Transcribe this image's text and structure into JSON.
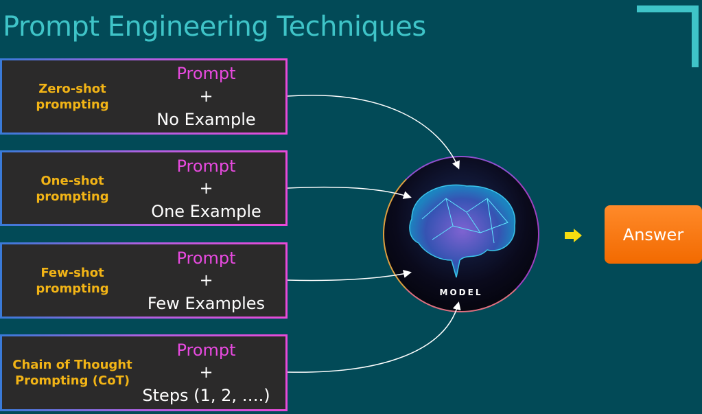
{
  "title": "Prompt Engineering Techniques",
  "techniques": [
    {
      "label_line1": "Zero-shot",
      "label_line2": "prompting",
      "prompt": "Prompt",
      "plus": "+",
      "examples": "No Example"
    },
    {
      "label_line1": "One-shot",
      "label_line2": "prompting",
      "prompt": "Prompt",
      "plus": "+",
      "examples": "One Example"
    },
    {
      "label_line1": "Few-shot",
      "label_line2": "prompting",
      "prompt": "Prompt",
      "plus": "+",
      "examples": "Few Examples"
    },
    {
      "label_line1": "Chain of Thought",
      "label_line2": "Prompting (CoT)",
      "prompt": "Prompt",
      "plus": "+",
      "examples": "Steps (1, 2, ….)"
    }
  ],
  "model": {
    "label": "MODEL",
    "icon": "brain-network-icon"
  },
  "output": {
    "label": "Answer"
  },
  "colors": {
    "background": "#024a57",
    "title": "#3fc4c8",
    "label": "#f2b416",
    "prompt": "#e84ae0",
    "answer": "#f57a10"
  }
}
